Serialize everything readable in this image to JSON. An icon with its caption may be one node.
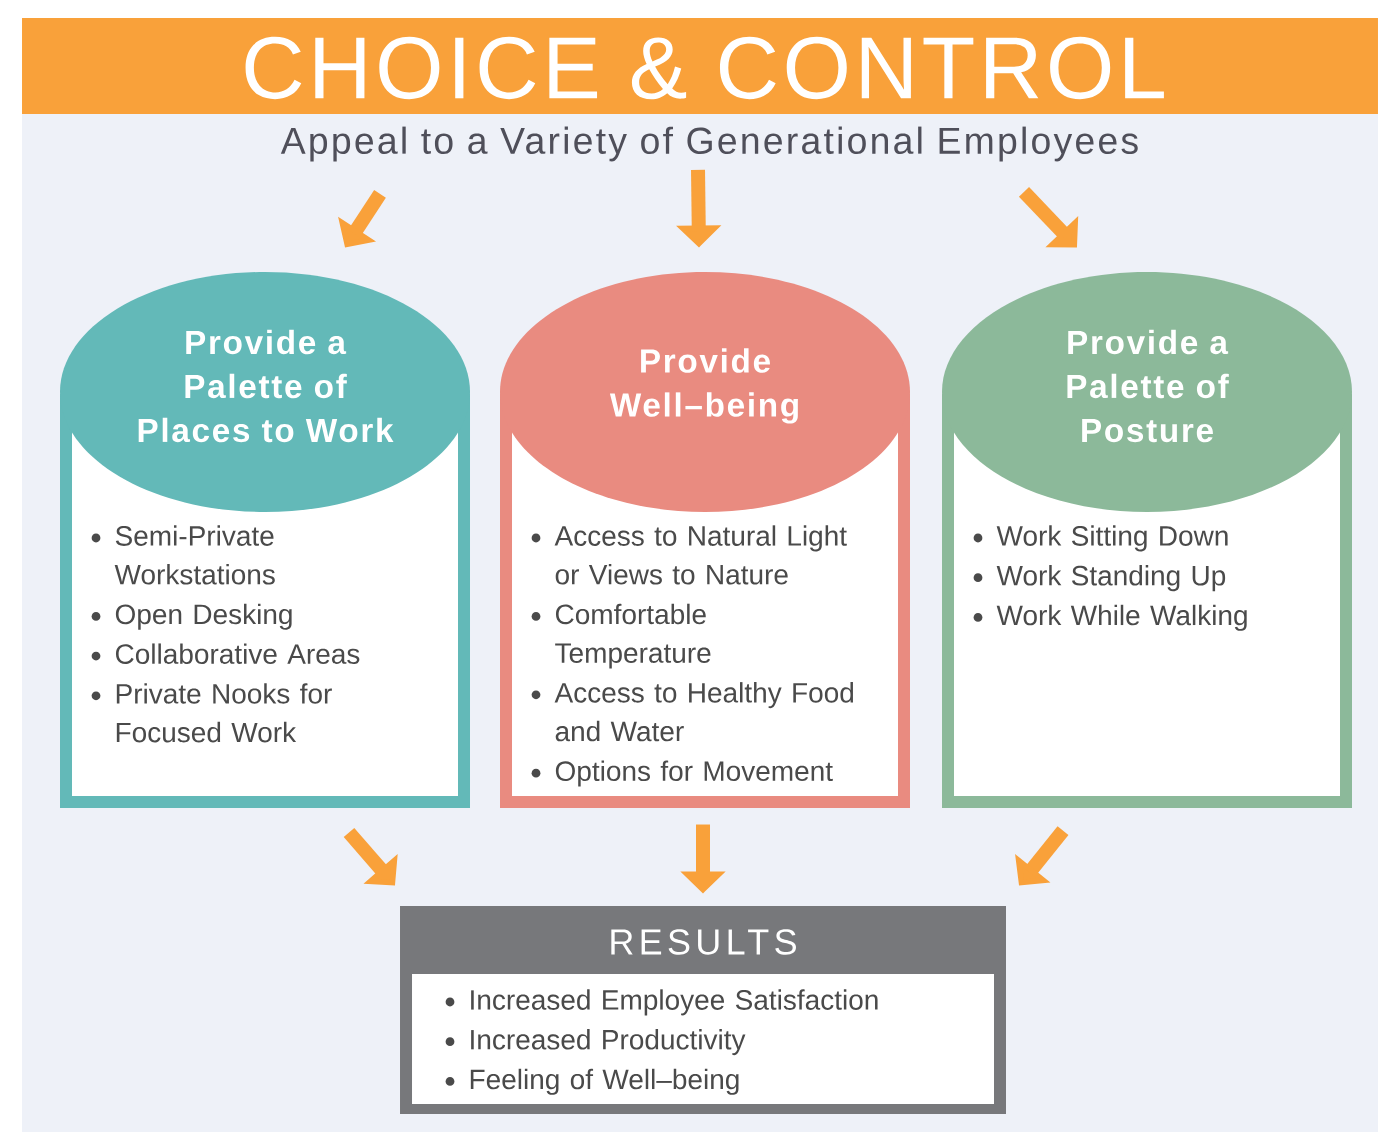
{
  "diagram": {
    "title": "CHOICE & CONTROL",
    "nodes": [
      {
        "text": [
          "Appeal to a Variety of Generational Employees"
        ]
      },
      {
        "text": [
          "Provide a Palette of Places to Work",
          "Semi-Private Workstations",
          "Open Desking",
          "Collaborative Areas",
          "Private Nooks for Focused Work"
        ]
      },
      {
        "text": [
          "Provide Well–being",
          "Access to Natural Light or Views to Nature",
          "Comfortable Temperature",
          "Access to Healthy Food and Water",
          "Options for Movement"
        ]
      },
      {
        "text": [
          "Provide a Palette of Posture",
          "Work Sitting Down",
          "Work Standing Up",
          "Work While Walking"
        ]
      },
      {
        "text": [
          "RESULTS",
          "Increased Employee Satisfaction",
          "Increased Productivity",
          "Feeling of Well–being"
        ]
      }
    ],
    "edges": [
      {
        "from": 0,
        "to": 1,
        "arrow": "to"
      },
      {
        "from": 0,
        "to": 2,
        "arrow": "to"
      },
      {
        "from": 0,
        "to": 3,
        "arrow": "to"
      },
      {
        "from": 1,
        "to": 4,
        "arrow": "to"
      },
      {
        "from": 2,
        "to": 4,
        "arrow": "to"
      },
      {
        "from": 3,
        "to": 4,
        "arrow": "to"
      }
    ]
  }
}
